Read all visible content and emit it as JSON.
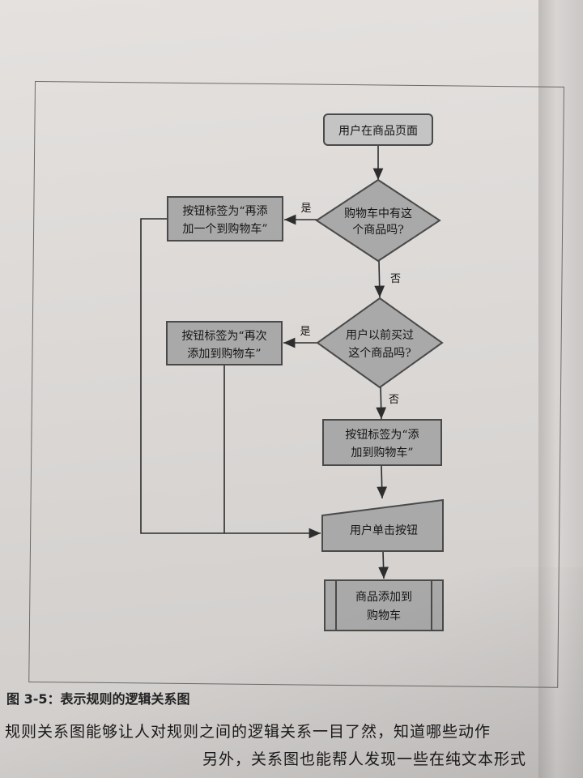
{
  "diagram": {
    "nodes": {
      "start": {
        "lines": [
          "用户在商品页面"
        ]
      },
      "q_in_cart": {
        "lines": [
          "购物车中有这",
          "个商品吗?"
        ]
      },
      "btn_add_one_more": {
        "lines": [
          "按钮标签为“再添",
          "加一个到购物车”"
        ]
      },
      "q_bought_before": {
        "lines": [
          "用户以前买过",
          "这个商品吗?"
        ]
      },
      "btn_add_again": {
        "lines": [
          "按钮标签为“再次",
          "添加到购物车”"
        ]
      },
      "btn_add": {
        "lines": [
          "按钮标签为“添",
          "加到购物车”"
        ]
      },
      "user_click": {
        "lines": [
          "用户单击按钮"
        ]
      },
      "add_to_cart": {
        "lines": [
          "商品添加到",
          "购物车"
        ]
      }
    },
    "edges": {
      "yes_1": "是",
      "no_1": "否",
      "yes_2": "是",
      "no_2": "否"
    }
  },
  "caption": "图 3-5：表示规则的逻辑关系图",
  "body_text": {
    "line1": "规则关系图能够让人对规则之间的逻辑关系一目了然，知道哪些动作",
    "line2": "另外，关系图也能帮人发现一些在纯文本形式"
  },
  "colors": {
    "node_fill": "#a9a9a9",
    "node_stroke": "#4a4a4a",
    "start_fill": "#c4c4c4"
  }
}
